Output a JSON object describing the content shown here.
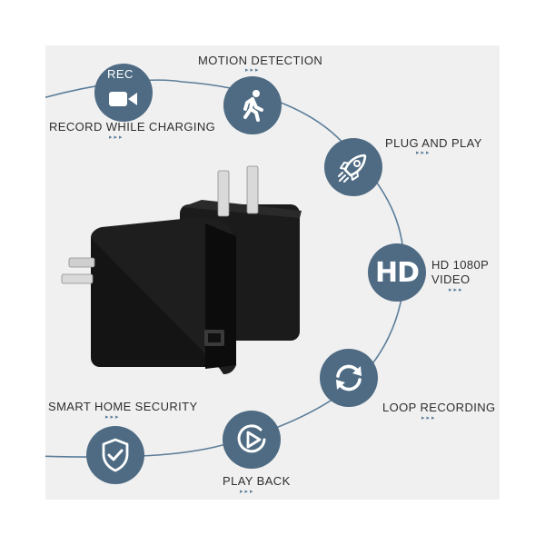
{
  "features": {
    "rec_badge_text": "REC",
    "record_while_charging": "RECORD WHILE CHARGING",
    "motion_detection": "MOTION DETECTION",
    "plug_and_play": "PLUG AND PLAY",
    "hd_badge_text": "HD",
    "hd_line1": "HD 1080P",
    "hd_line2": "VIDEO",
    "loop_recording": "LOOP RECORDING",
    "play_back": "PLAY BACK",
    "smart_home_security": "SMART HOME SECURITY",
    "arrow_marker": "▸▸▸"
  },
  "colors": {
    "badge": "#4e6b83",
    "arc": "#5b7d99",
    "background": "#f0f0f0"
  },
  "icons": [
    "video-camera-icon",
    "running-person-icon",
    "rocket-icon",
    "hd-icon",
    "loop-arrows-icon",
    "play-icon",
    "shield-check-icon"
  ]
}
